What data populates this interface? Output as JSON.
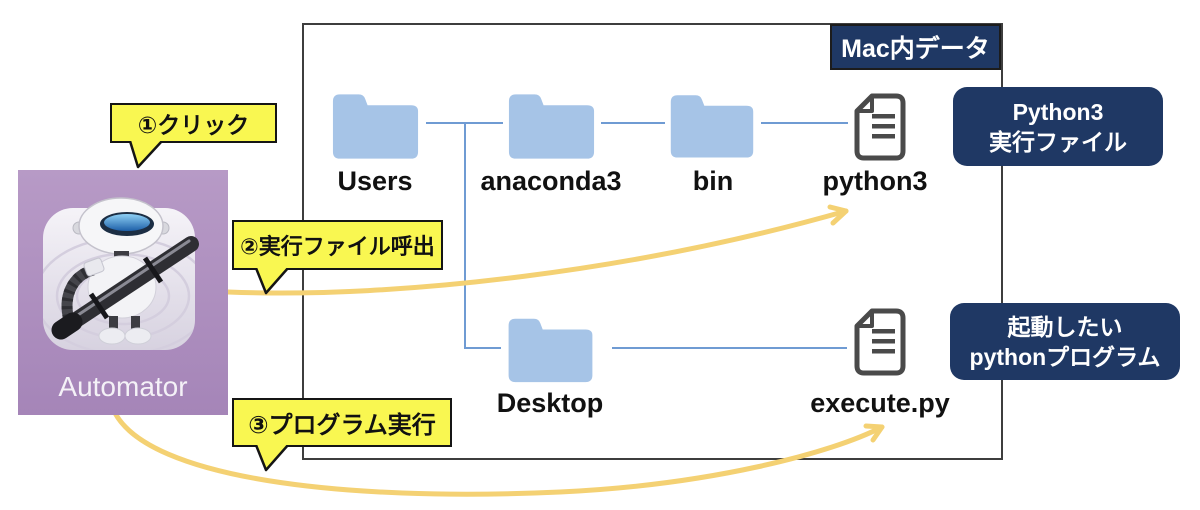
{
  "diagram": {
    "container_label": "Mac内データ",
    "automator": {
      "label": "Automator"
    },
    "callouts": [
      {
        "label": "①クリック"
      },
      {
        "label": "②実行ファイル呼出"
      },
      {
        "label": "③プログラム実行"
      }
    ],
    "nodes": {
      "users": "Users",
      "anaconda3": "anaconda3",
      "bin": "bin",
      "python3": "python3",
      "desktop": "Desktop",
      "execute_py": "execute.py"
    },
    "annotations": [
      {
        "line1": "Python3",
        "line2": "実行ファイル"
      },
      {
        "line1": "起動したい",
        "line2": "pythonプログラム"
      }
    ],
    "colors": {
      "navy": "#1f3864",
      "folder_blue": "#a6c4e7",
      "connector_blue": "#6f9bd3",
      "callout_yellow": "#f9f751",
      "arrow_yellow": "#f4d173",
      "automator_purple": "#ab8dbd",
      "box_border": "#3e3e3e"
    }
  }
}
